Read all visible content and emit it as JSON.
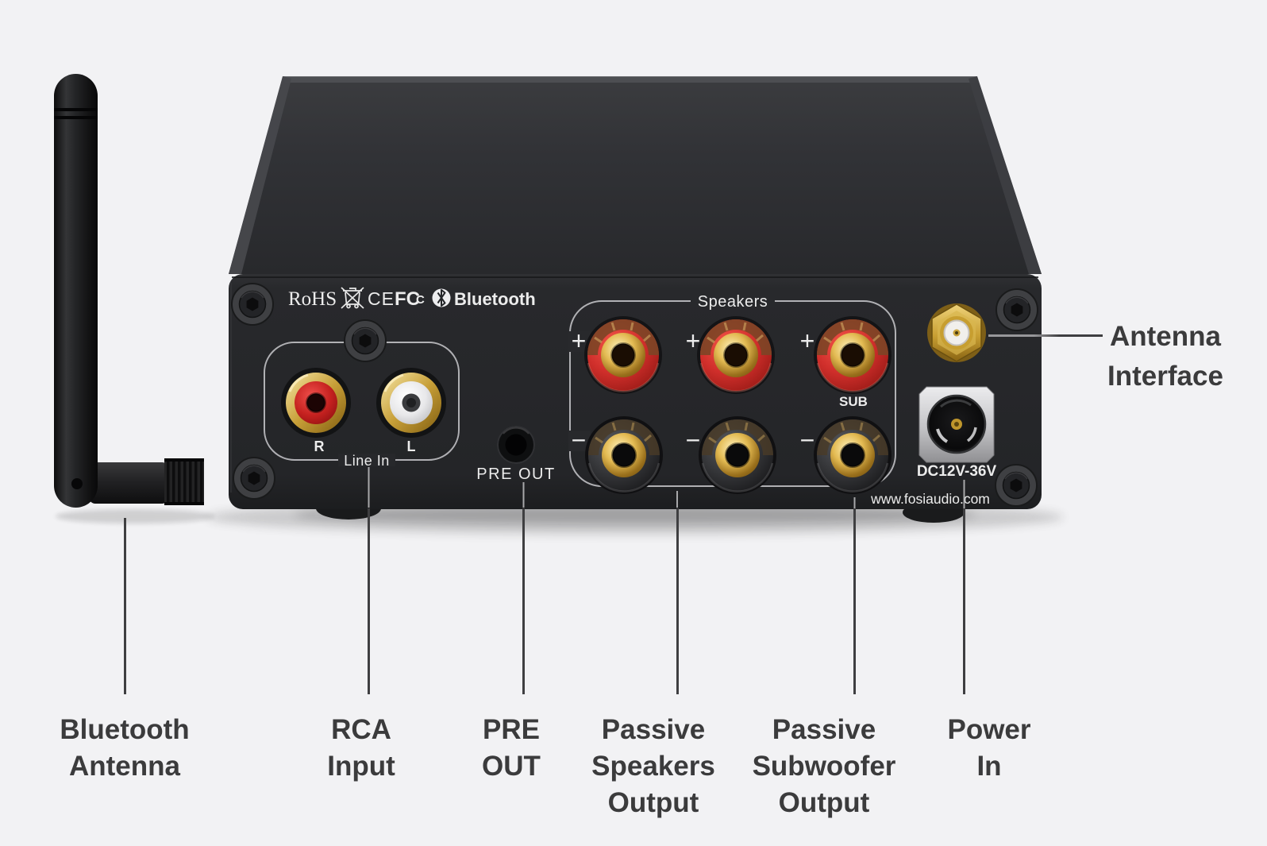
{
  "colors": {
    "background": "#f2f2f4",
    "label_text": "#3b3b3c",
    "callout_line": "#3f3f41",
    "panel_text": "#ececec",
    "accent_red": "#d0312c",
    "accent_gold": "#dcb54f",
    "rca_white": "#e9e9eb",
    "chassis": "#2a2b2e"
  },
  "panel": {
    "certifications": {
      "rohs": "RoHS",
      "ce": "CE",
      "fcc": "FC",
      "fcc_inner": "C",
      "bluetooth": "Bluetooth"
    },
    "line_in": {
      "r": "R",
      "l": "L",
      "label": "Line In"
    },
    "pre_out": "PRE OUT",
    "speakers": {
      "label": "Speakers",
      "sub": "SUB",
      "plus": "+",
      "minus": "−"
    },
    "power": "DC12V-36V",
    "website": "www.fosiaudio.com"
  },
  "callouts": {
    "antenna_interface": {
      "line1": "Antenna",
      "line2": "Interface"
    },
    "items": [
      {
        "name": "bluetooth-antenna",
        "line1": "Bluetooth",
        "line2": "Antenna"
      },
      {
        "name": "rca-input",
        "line1": "RCA",
        "line2": "Input"
      },
      {
        "name": "pre-out",
        "line1": "PRE",
        "line2": "OUT"
      },
      {
        "name": "passive-speakers-output",
        "line1": "Passive",
        "line2": "Speakers",
        "line3": "Output"
      },
      {
        "name": "passive-subwoofer-output",
        "line1": "Passive",
        "line2": "Subwoofer",
        "line3": "Output"
      },
      {
        "name": "power-in",
        "line1": "Power",
        "line2": "In"
      }
    ]
  }
}
